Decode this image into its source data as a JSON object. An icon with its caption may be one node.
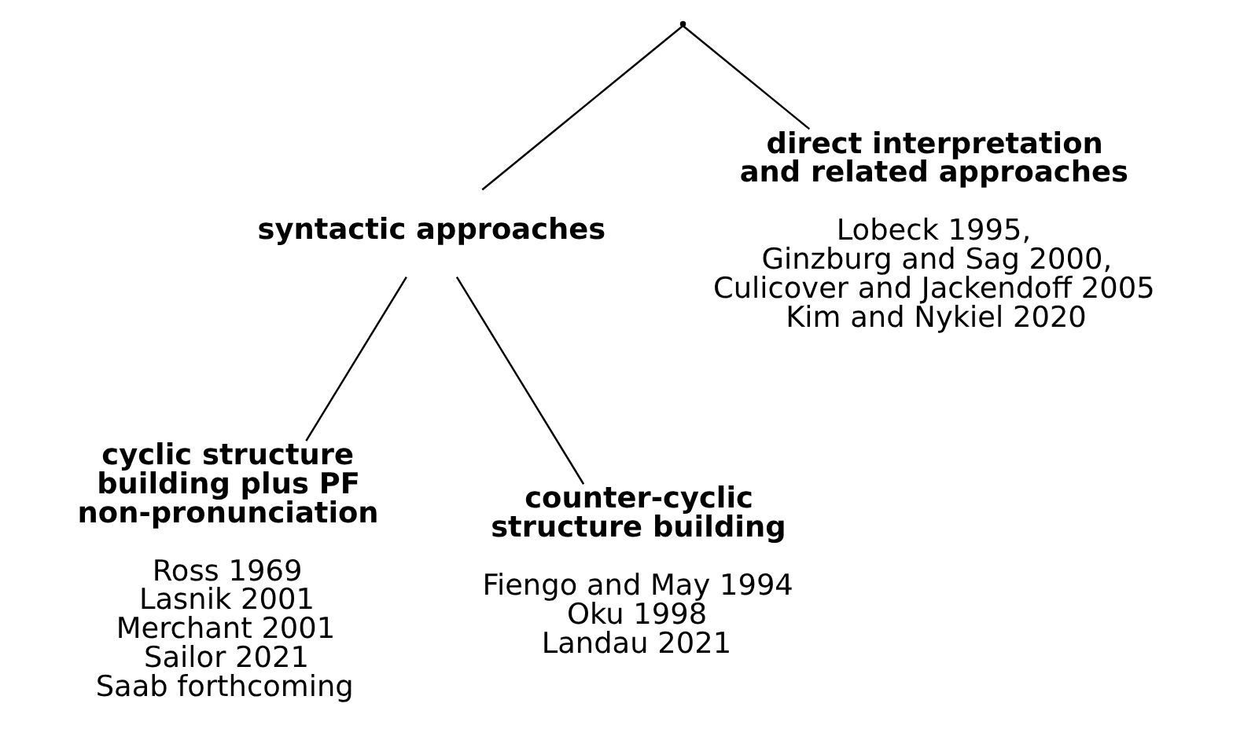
{
  "diagram": {
    "nodes": [
      {
        "text": [],
        "shape": "point"
      },
      {
        "text": [
          "syntactic approaches"
        ]
      },
      {
        "text": [
          "direct interpretation and related approaches",
          "Lobeck 1995,",
          "Ginzburg and Sag 2000,",
          "Culicover and Jackendoff 2005",
          "Kim and Nykiel 2020"
        ]
      },
      {
        "text": [
          "cyclic structure building plus PF non-pronunciation",
          "Ross 1969",
          "Lasnik 2001",
          "Merchant 2001",
          "Sailor 2021",
          "Saab forthcoming"
        ]
      },
      {
        "text": [
          "counter-cyclic structure building",
          "Fiengo and May 1994",
          "Oku 1998",
          "Landau 2021"
        ]
      }
    ],
    "edges": [
      {
        "from": 0,
        "to": 1,
        "arrow": "none"
      },
      {
        "from": 0,
        "to": 2,
        "arrow": "none"
      },
      {
        "from": 1,
        "to": 3,
        "arrow": "none"
      },
      {
        "from": 1,
        "to": 4,
        "arrow": "none"
      }
    ]
  }
}
